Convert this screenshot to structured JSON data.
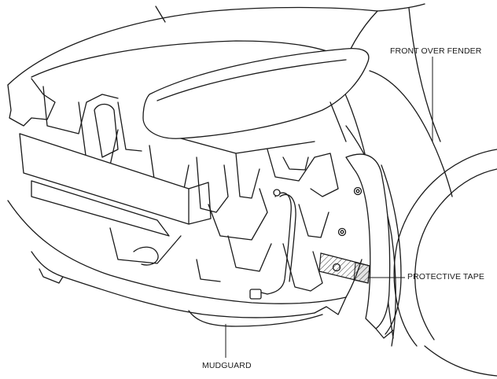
{
  "labels": {
    "front_over_fender": "FRONT OVER FENDER",
    "protective_tape": "PROTECTIVE TAPE",
    "mudguard": "MUDGUARD"
  }
}
